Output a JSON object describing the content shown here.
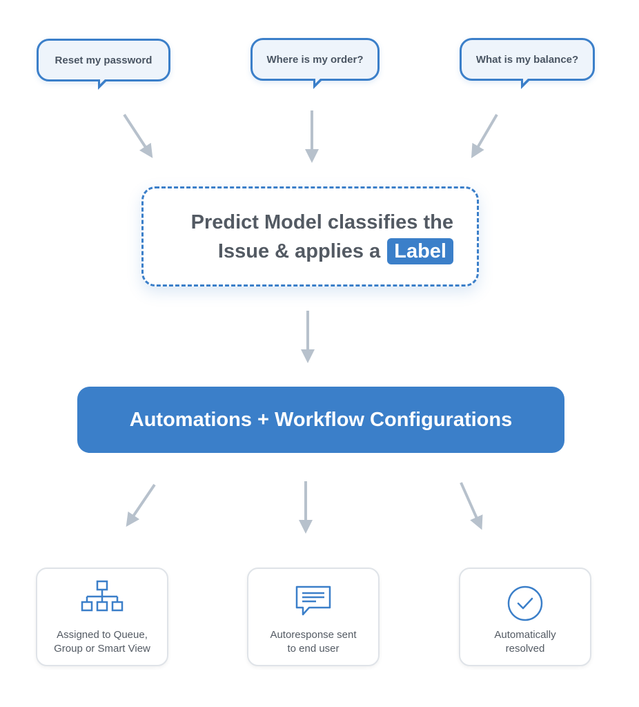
{
  "questions": [
    {
      "text": "Reset my password"
    },
    {
      "text": "Where is my order?"
    },
    {
      "text": "What is my balance?"
    }
  ],
  "predict": {
    "line1": "Predict Model classifies the",
    "line2": "Issue & applies a",
    "label": "Label"
  },
  "automation": {
    "title": "Automations + Workflow Configurations"
  },
  "outcomes": [
    {
      "icon": "hierarchy-icon",
      "line1": "Assigned to Queue,",
      "line2": "Group or Smart View"
    },
    {
      "icon": "message-icon",
      "line1": "Autoresponse sent",
      "line2": "to end user"
    },
    {
      "icon": "check-circle-icon",
      "line1": "Automatically",
      "line2": "resolved"
    }
  ],
  "colors": {
    "accent": "#3b7fc9",
    "arrow": "#b7c1cc",
    "text": "#535a63"
  }
}
